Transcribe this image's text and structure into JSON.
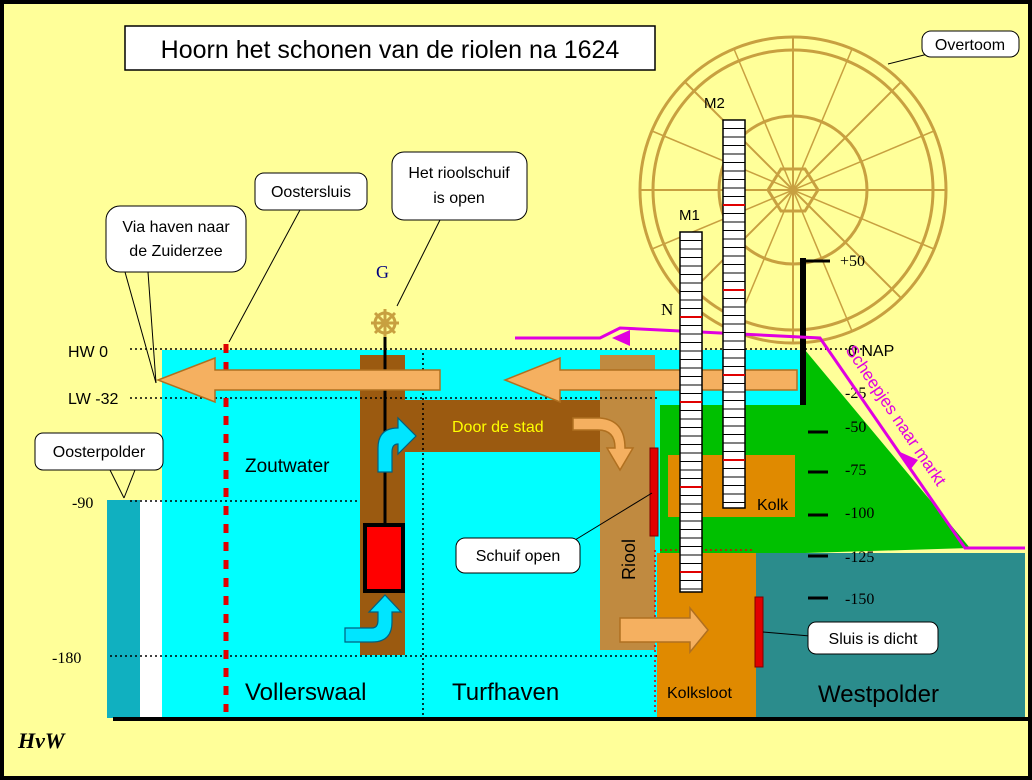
{
  "title": "Hoorn het schonen van de riolen na 1624",
  "levels": {
    "hw": "HW  0",
    "lw": "LW -32",
    "m90": "-90",
    "m180": "-180",
    "nap": "0 NAP"
  },
  "scale_labels": [
    "+50",
    "-25",
    "-50",
    "-75",
    "-100",
    "-125",
    "-150"
  ],
  "callouts": {
    "overtoom": "Overtoom",
    "oostersluis": "Oostersluis",
    "rioolschuif_1": "Het rioolschuif",
    "rioolschuif_2": "is open",
    "haven_1": "Via haven naar",
    "haven_2": "de Zuiderzee",
    "oosterpolder": "Oosterpolder",
    "schuif_open": "Schuif open",
    "sluis_dicht": "Sluis is dicht"
  },
  "labels": {
    "zoutwater": "Zoutwater",
    "door_de_stad": "Door de stad",
    "riool": "Riool",
    "kolk": "Kolk",
    "kolksloot": "Kolksloot",
    "vollerswaal": "Vollerswaal",
    "turfhaven": "Turfhaven",
    "westpolder": "Westpolder",
    "scheepjes": "Scheepjes naar markt",
    "m1": "M1",
    "m2": "M2",
    "n": "N",
    "g": "G",
    "signature": "HvW"
  },
  "colors": {
    "background": "#FFFF99",
    "salt_water": "#00FFFF",
    "polder": "#2B8C8C",
    "sewer": "#9B5A10",
    "kolk": "#E08A00",
    "grass": "#00C000",
    "arrow": "#F5B060",
    "overtoom": "#C8A040",
    "boats": "#E000E0"
  }
}
